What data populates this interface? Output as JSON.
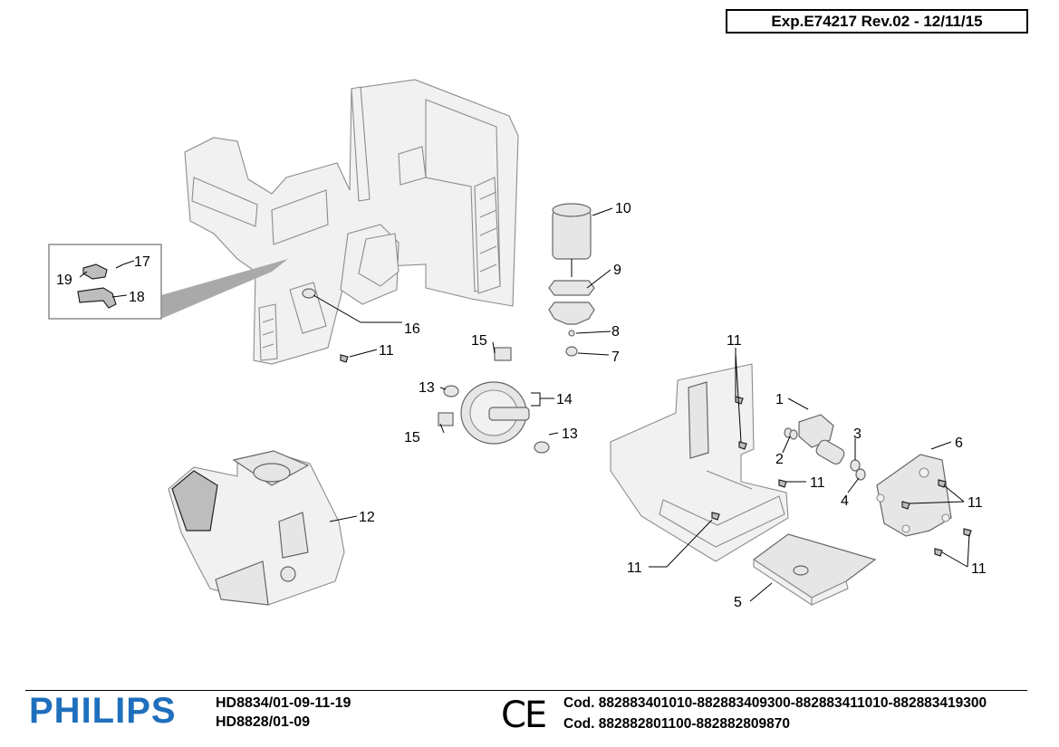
{
  "header": {
    "exp_text": "Exp.E74217 Rev.02 - 12/11/15"
  },
  "callouts": {
    "c1": "1",
    "c2": "2",
    "c3": "3",
    "c4": "4",
    "c5": "5",
    "c6": "6",
    "c7": "7",
    "c8": "8",
    "c9": "9",
    "c10": "10",
    "c11": "11",
    "c12": "12",
    "c13": "13",
    "c14": "14",
    "c15": "15",
    "c16": "16",
    "c17": "17",
    "c18": "18",
    "c19": "19"
  },
  "footer": {
    "brand": "PHILIPS",
    "models": [
      "HD8834/01-09-11-19",
      "HD8828/01-09"
    ],
    "ce": "CE",
    "codes": [
      "Cod. 882883401010-882883409300-882883411010-882883419300",
      "Cod. 882882801100-882882809870"
    ]
  },
  "colors": {
    "brand_blue": "#1f6fbd",
    "line": "#000000",
    "part_outline": "#8c8c8c"
  }
}
